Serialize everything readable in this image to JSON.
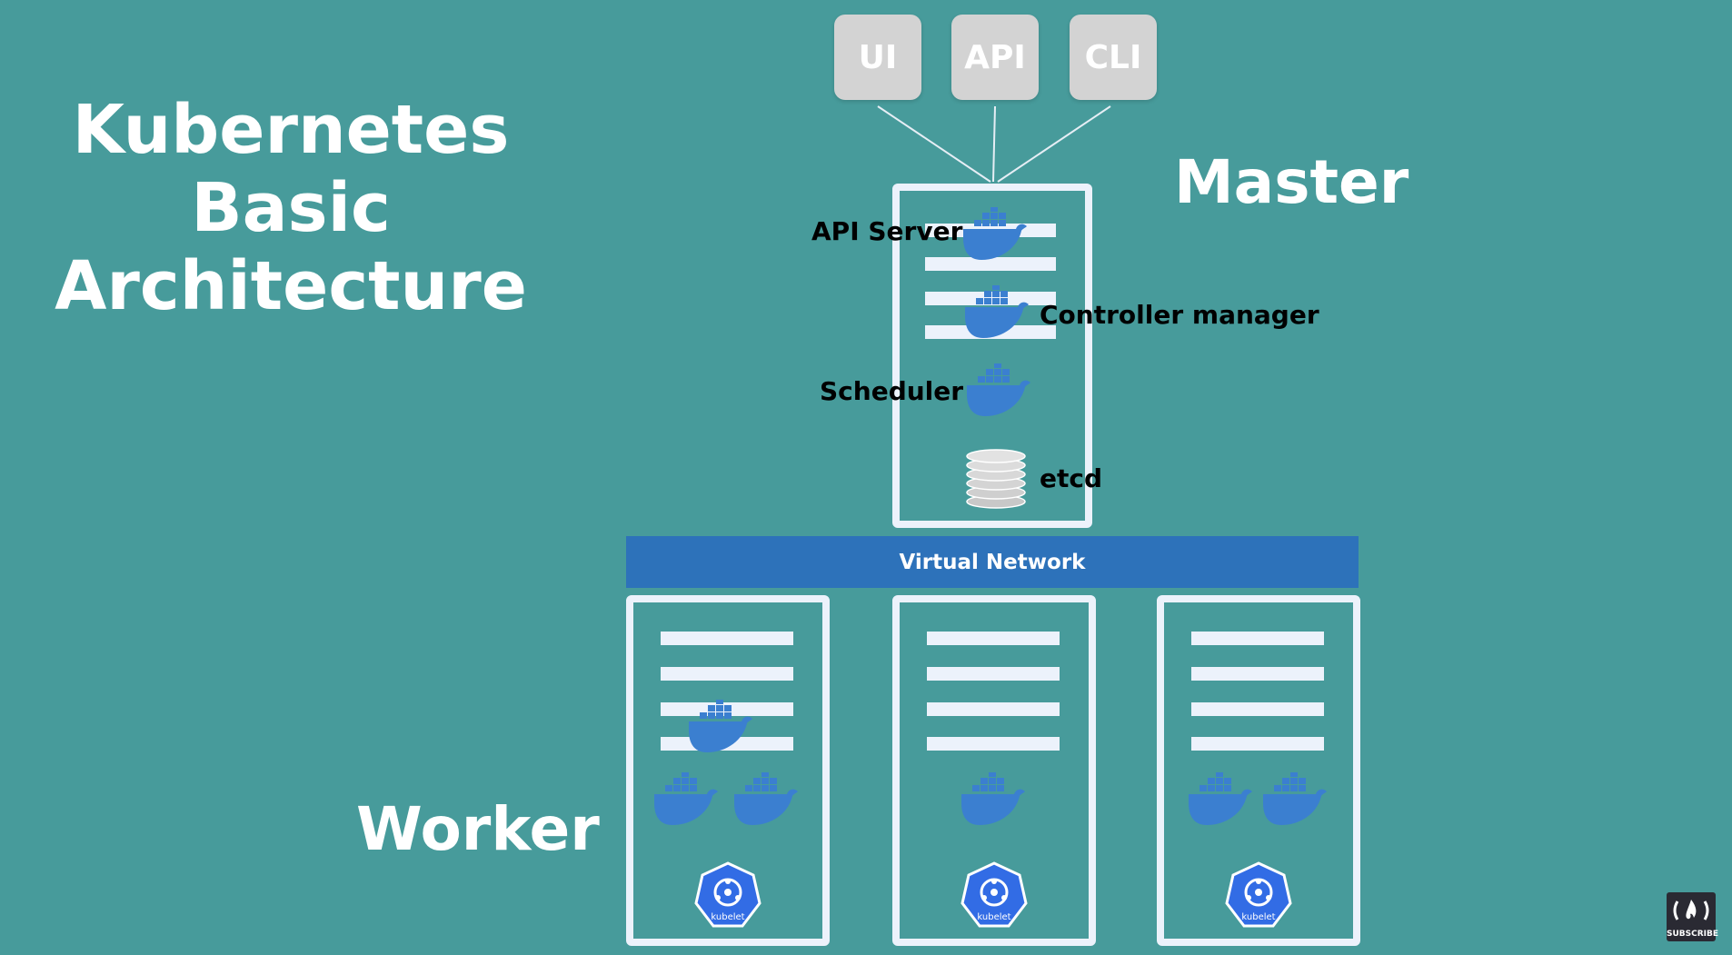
{
  "title": {
    "line1": "Kubernetes",
    "line2": "Basic",
    "line3": "Architecture"
  },
  "clients": [
    "UI",
    "API",
    "CLI"
  ],
  "master": {
    "label": "Master",
    "components": {
      "api_server": "API Server",
      "controller_manager": "Controller manager",
      "scheduler": "Scheduler",
      "etcd": "etcd"
    }
  },
  "network": {
    "label": "Virtual Network"
  },
  "worker": {
    "label": "Worker",
    "nodes": [
      {
        "containers": 3,
        "agent": "kubelet"
      },
      {
        "containers": 1,
        "agent": "kubelet"
      },
      {
        "containers": 2,
        "agent": "kubelet"
      }
    ]
  },
  "subscribe": {
    "label": "SUBSCRIBE",
    "icon": "freecodecamp-flame-icon"
  },
  "colors": {
    "background": "#479b9b",
    "network_bar": "#2d72ba",
    "docker_blue": "#3b7fd0",
    "server_outline": "#ecf2fb",
    "client_box": "#d3d3d3",
    "kubernetes_blue": "#326ce5"
  }
}
